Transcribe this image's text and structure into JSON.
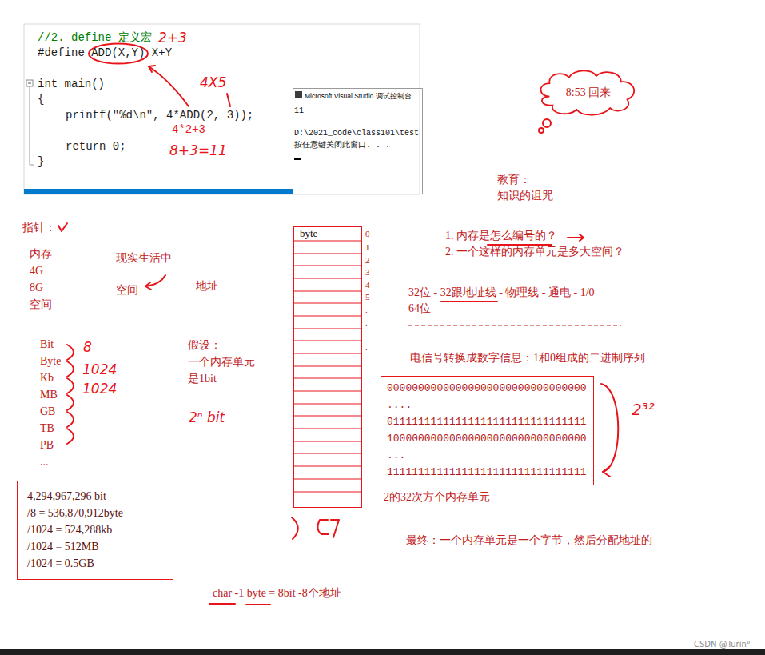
{
  "diagram": {
    "nodes": [
      {
        "text": [
          "//2. define 定义宏",
          "#define ADD(X,Y) X+Y",
          "int main()",
          "{",
          "printf(\"%d\\n\", 4*ADD(2, 3));",
          "return 0;",
          "}"
        ]
      },
      {
        "text": [
          "Microsoft Visual Studio 调试控制台",
          "11",
          "D:\\2021_code\\class101\\test",
          "按任意键关闭此窗口. . ."
        ]
      },
      {
        "text": [
          "8:53 回来"
        ]
      },
      {
        "text": [
          "byte"
        ]
      },
      {
        "text": [
          "00000000000000000000000000000000",
          "....",
          "01111111111111111111111111111111",
          "10000000000000000000000000000000",
          "...",
          "11111111111111111111111111111111"
        ]
      },
      {
        "text": [
          "4,294,967,296 bit",
          "/8 = 536,870,912byte",
          "/1024 = 524,288kb",
          "/1024 = 512MB",
          "/1024 = 0.5GB"
        ]
      }
    ],
    "labels": [
      "2+3",
      "4X5",
      "4*2+3",
      "8+3=11",
      "教育：",
      "知识的诅咒",
      "指针：",
      "内存",
      "4G",
      "8G",
      "空间",
      "现实生活中",
      "空间",
      "地址",
      "Bit",
      "Byte",
      "Kb",
      "MB",
      "GB",
      "TB",
      "PB",
      "...",
      "8",
      "1024",
      "1024",
      "假设：",
      "一个内存单元",
      "是1bit",
      "2ⁿ bit",
      "0",
      "1",
      "2",
      "3",
      "4",
      "5",
      ".",
      ".",
      ".",
      ".",
      "char -1 byte = 8bit -8个地址",
      "1. 内存是怎么编号的？",
      "2. 一个这样的内存单元是多大空间？",
      "32位 - 32跟地址线 - 物理线 - 通电 - 1/0",
      "64位",
      "电信号转换成数字信息：1和0组成的二进制序列",
      "2³²",
      "2的32次方个内存单元",
      "最终：一个内存单元是一个字节，然后分配地址的",
      "CSDN @Turin°"
    ]
  }
}
